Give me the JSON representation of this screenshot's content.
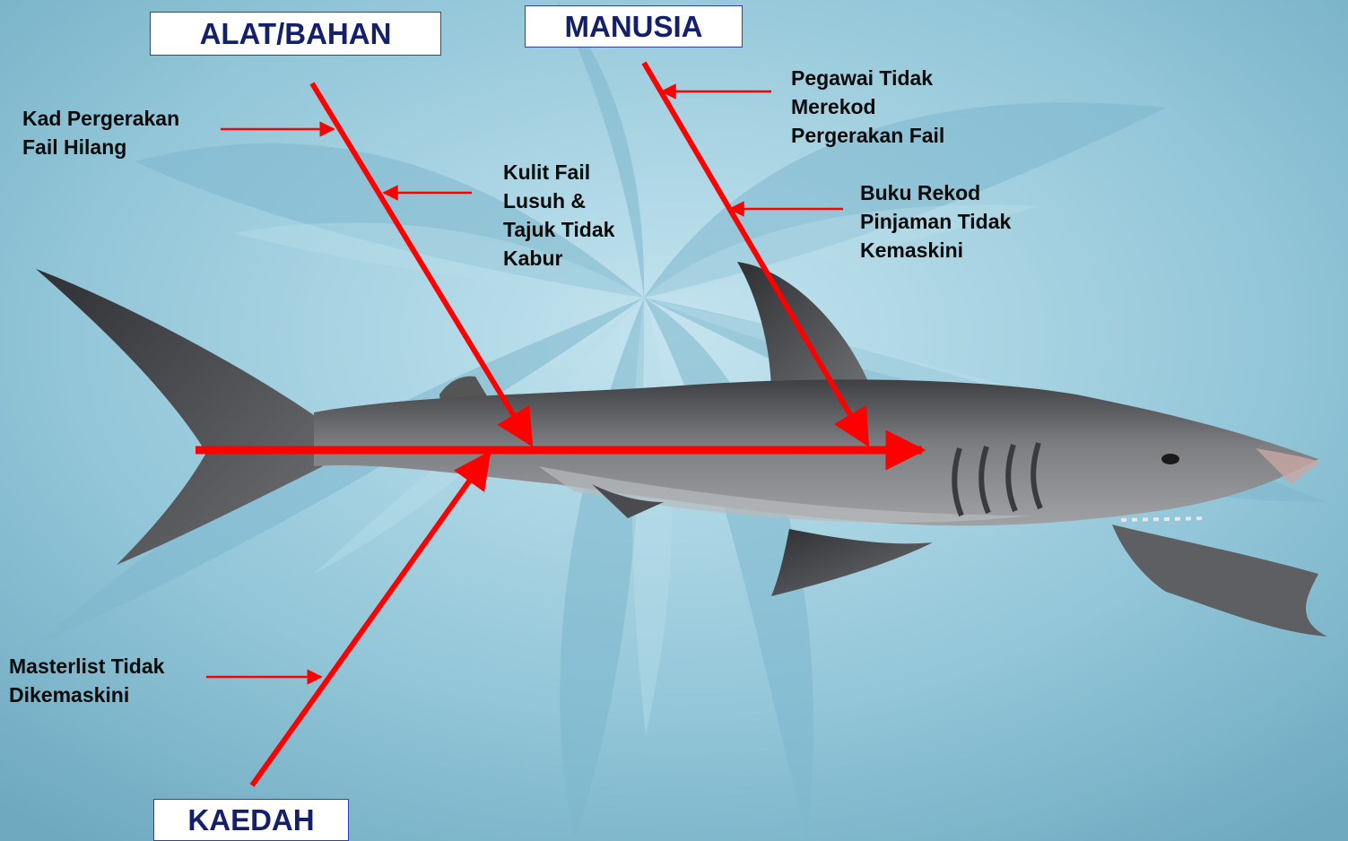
{
  "categories": {
    "tools": "ALAT/BAHAN",
    "people": "MANUSIA",
    "method": "KAEDAH"
  },
  "causes": {
    "tools": [
      "Kad Pergerakan\nFail Hilang",
      "Kulit Fail\nLusuh &\nTajuk Tidak\nKabur"
    ],
    "people": [
      "Pegawai Tidak\nMerekod\nPergerakan Fail",
      "Buku Rekod\nPinjaman Tidak\nKemaskini"
    ],
    "method": [
      "Masterlist Tidak\nDikemaskini"
    ]
  },
  "colors": {
    "background": "#8ec3d6",
    "arrows": "#ff0000",
    "box_border": "#2a3fb8",
    "box_text": "#15206b",
    "shark_body": "#6a6c70"
  },
  "illustration": "shark-fishbone"
}
